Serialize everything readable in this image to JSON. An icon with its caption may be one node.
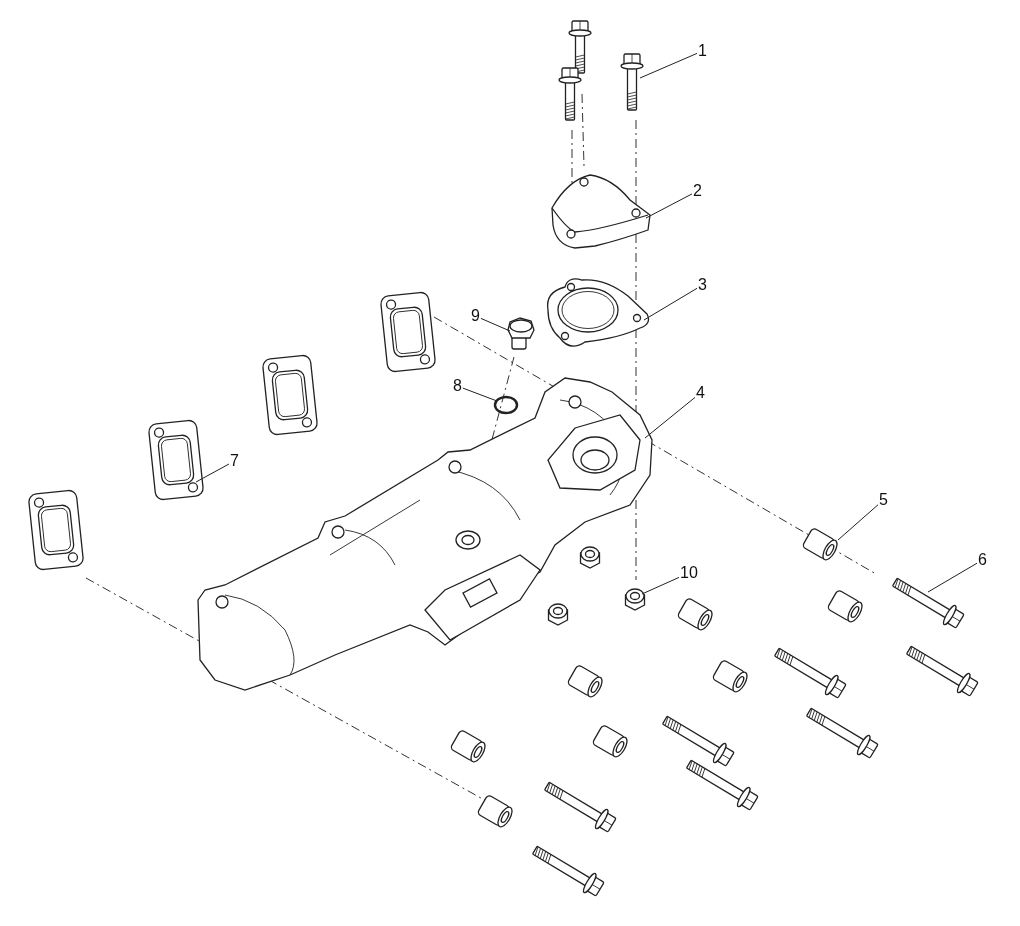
{
  "diagram": {
    "nodes": [
      {
        "text": [
          "1"
        ]
      },
      {
        "text": [
          "2"
        ]
      },
      {
        "text": [
          "3"
        ]
      },
      {
        "text": [
          "4"
        ]
      },
      {
        "text": [
          "5"
        ]
      },
      {
        "text": [
          "6"
        ]
      },
      {
        "text": [
          "7"
        ]
      },
      {
        "text": [
          "8"
        ]
      },
      {
        "text": [
          "9"
        ]
      },
      {
        "text": [
          "10"
        ]
      },
      {
        "text": [],
        "shape": "picture"
      },
      {
        "text": [],
        "shape": "picture"
      },
      {
        "text": [],
        "shape": "picture"
      },
      {
        "text": [],
        "shape": "picture"
      },
      {
        "text": [],
        "shape": "picture"
      },
      {
        "text": [],
        "shape": "picture"
      },
      {
        "text": [],
        "shape": "picture"
      },
      {
        "text": [],
        "shape": "circle"
      },
      {
        "text": [],
        "shape": "picture"
      },
      {
        "text": [],
        "shape": "picture"
      }
    ],
    "edges": [
      {
        "from": 0,
        "to": 10,
        "arrow": "none"
      },
      {
        "from": 1,
        "to": 11,
        "arrow": "none"
      },
      {
        "from": 2,
        "to": 12,
        "arrow": "none"
      },
      {
        "from": 3,
        "to": 13,
        "arrow": "none"
      },
      {
        "from": 4,
        "to": 14,
        "arrow": "none"
      },
      {
        "from": 5,
        "to": 15,
        "arrow": "none"
      },
      {
        "from": 6,
        "to": 16,
        "arrow": "none"
      },
      {
        "from": 7,
        "to": 17,
        "arrow": "none"
      },
      {
        "from": 8,
        "to": 18,
        "arrow": "none"
      },
      {
        "from": 9,
        "to": 19,
        "arrow": "none"
      }
    ]
  }
}
